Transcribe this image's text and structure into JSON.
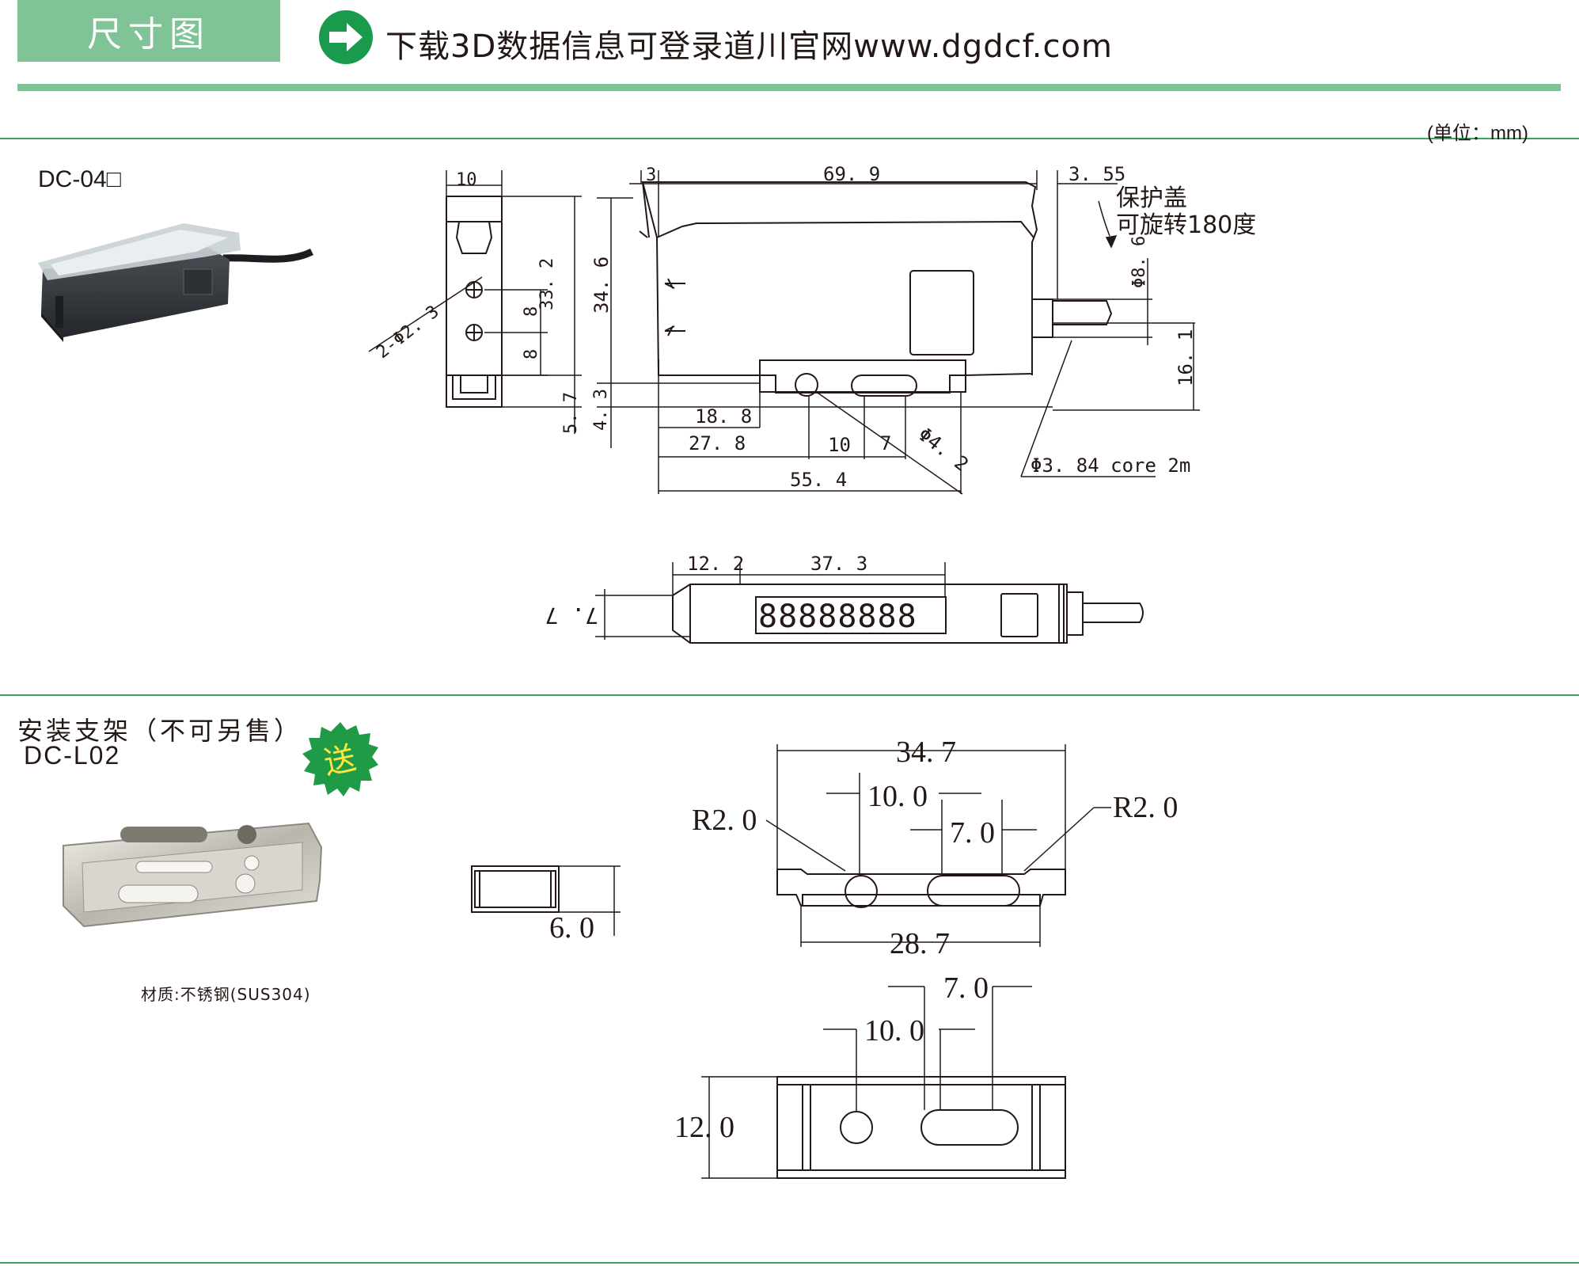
{
  "header": {
    "section_title": "尺寸图",
    "download_text": "下载3D数据信息可登录道川官网www.dgdcf.com",
    "accent_color": "#7fc397",
    "rule_color": "#3da363"
  },
  "unit": "(单位：mm)",
  "sensor": {
    "model": "DC-04□",
    "cover_note_line1": "保护盖",
    "cover_note_line2": "可旋转180度",
    "cable_note": "Φ3. 84 core 2m",
    "dims": {
      "d10_top": "10",
      "d3": "3",
      "d69_9": "69. 9",
      "d3_55": "3. 55",
      "d2phi": "2-Φ2. 3",
      "d8a": "8",
      "d8b": "8",
      "d33_2": "33. 2",
      "d34_6": "34. 6",
      "d5_7": "5. 7",
      "d4_3": "4. 3",
      "d18_8": "18. 8",
      "d27_8": "27. 8",
      "d10_bot": "10",
      "d7": "7",
      "dphi4_2": "Φ4. 2",
      "d55_4": "55. 4",
      "dphi8_6": "Φ8. 6",
      "d16_1": "16. 1",
      "d12_2": "12. 2",
      "d37_3": "37. 3",
      "d7_7": "7. 7",
      "display_digits": "88888888"
    }
  },
  "bracket": {
    "title": "安装支架（不可另售）",
    "model": "DC-L02",
    "badge": "送",
    "material": "材质:不锈钢(SUS304)",
    "dims": {
      "d6_0": "6. 0",
      "d34_7": "34. 7",
      "d10_0_a": "10. 0",
      "d7_0_a": "7. 0",
      "r_left": "R2. 0",
      "r_right": "R2. 0",
      "d28_7": "28. 7",
      "d7_0_b": "7. 0",
      "d10_0_b": "10. 0",
      "d12_0": "12. 0"
    }
  }
}
